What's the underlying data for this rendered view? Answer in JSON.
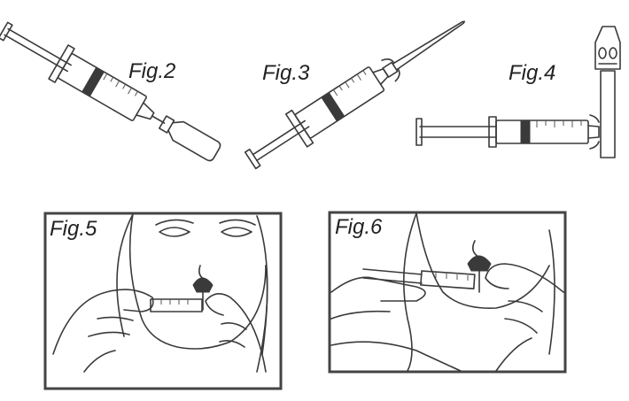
{
  "figures": {
    "fig2": {
      "label": "Fig.2"
    },
    "fig3": {
      "label": "Fig.3"
    },
    "fig4": {
      "label": "Fig.4"
    },
    "fig5": {
      "label": "Fig.5"
    },
    "fig6": {
      "label": "Fig.6"
    }
  },
  "colors": {
    "line": "#3a3a3a",
    "background": "#ffffff",
    "frame": "#444444"
  }
}
